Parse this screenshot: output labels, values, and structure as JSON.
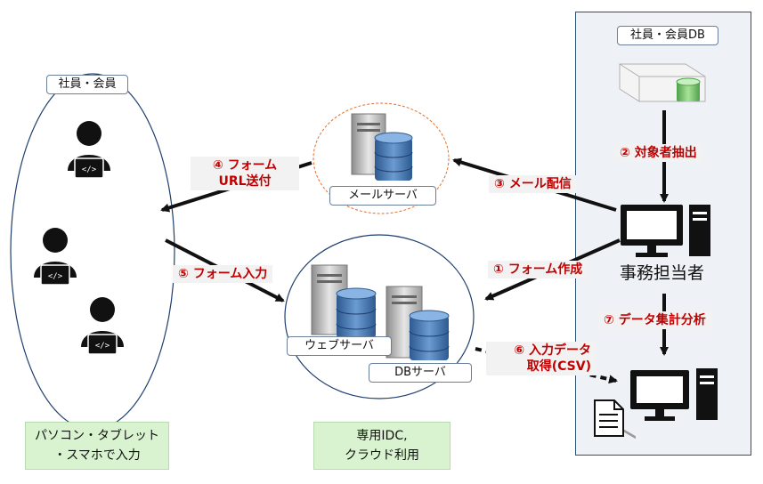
{
  "labels": {
    "employees_members": "社員・会員",
    "employee_member_db": "社員・会員DB",
    "mail_server": "メールサーバ",
    "web_server": "ウェブサーバ",
    "db_server": "DBサーバ",
    "person_in_charge": "事務担当者"
  },
  "steps": {
    "s1": "① フォーム作成",
    "s2": "② 対象者抽出",
    "s3": "③ メール配信",
    "s4_line1": "④ フォーム",
    "s4_line2": "URL送付",
    "s5": "⑤ フォーム入力",
    "s6_line1": "⑥ 入力データ",
    "s6_line2": "取得(CSV)",
    "s7": "⑦ データ集計分析"
  },
  "notes": {
    "client_line1": "パソコン・タブレット",
    "client_line2": "・スマホで入力",
    "hosting_line1": "専用IDC,",
    "hosting_line2": "クラウド利用"
  },
  "colors": {
    "accent_red": "#c00000",
    "panel_bg": "#eef2f7",
    "panel_border": "#2f4f6f",
    "note_green": "#d9f2d0",
    "db_blue": "#3f6fa8",
    "db_green": "#7fcf6f"
  }
}
